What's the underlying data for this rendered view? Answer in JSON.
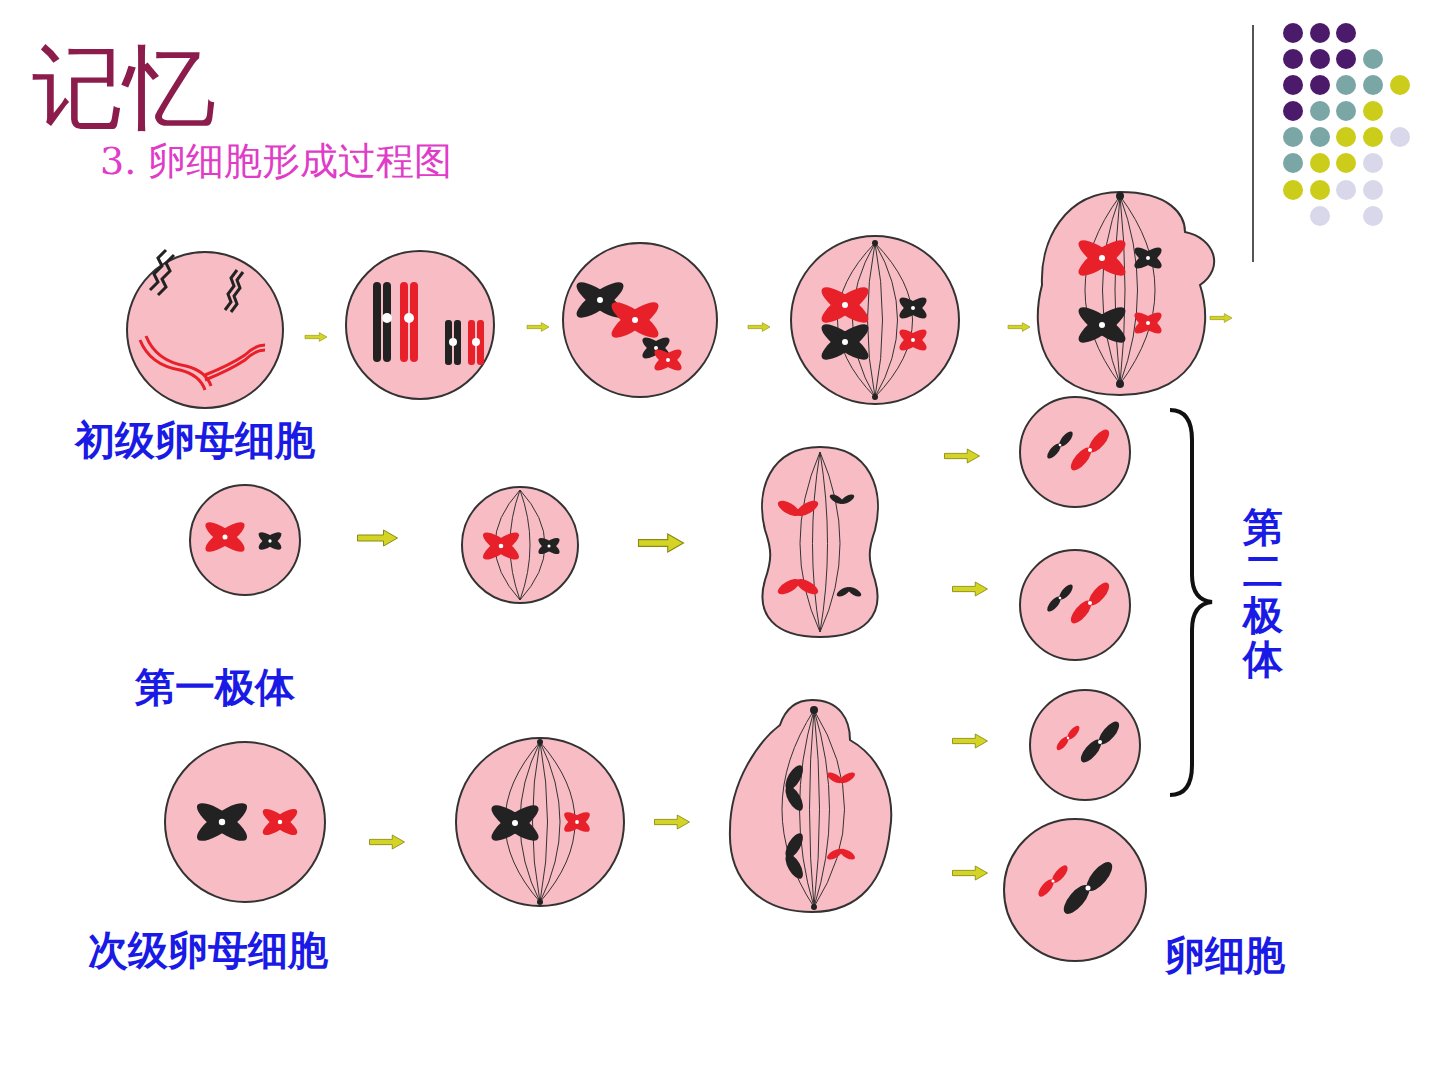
{
  "diagram": {
    "title": "记忆",
    "labels": [
      "3. 卵细胞形成过程图",
      "初级卵母细胞",
      "第一极体",
      "次级卵母细胞",
      "第二极体",
      "卵细胞"
    ]
  }
}
